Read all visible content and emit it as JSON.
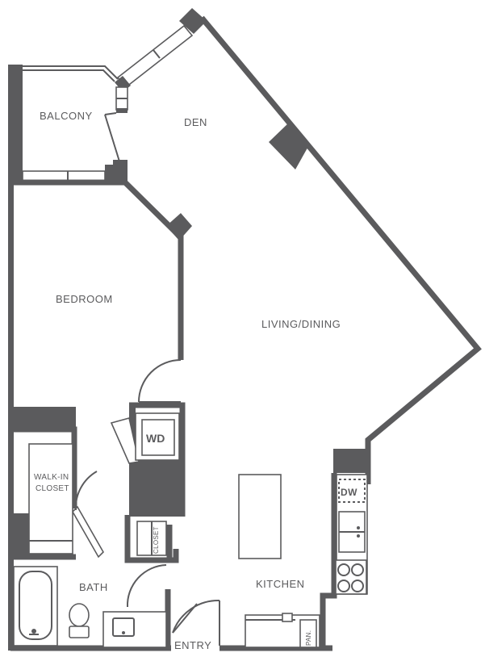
{
  "rooms": {
    "balcony": "BALCONY",
    "den": "DEN",
    "bedroom": "BEDROOM",
    "living_dining": "LIVING/DINING",
    "walk_in_closet_line1": "WALK-IN",
    "walk_in_closet_line2": "CLOSET",
    "bath": "BATH",
    "kitchen": "KITCHEN",
    "entry": "ENTRY"
  },
  "fixtures": {
    "washer_dryer": "WD",
    "dishwasher": "DW",
    "closet": "CLOSET",
    "pantry": "PAN."
  },
  "colors": {
    "wall": "#5b5b5d",
    "background": "#ffffff"
  }
}
